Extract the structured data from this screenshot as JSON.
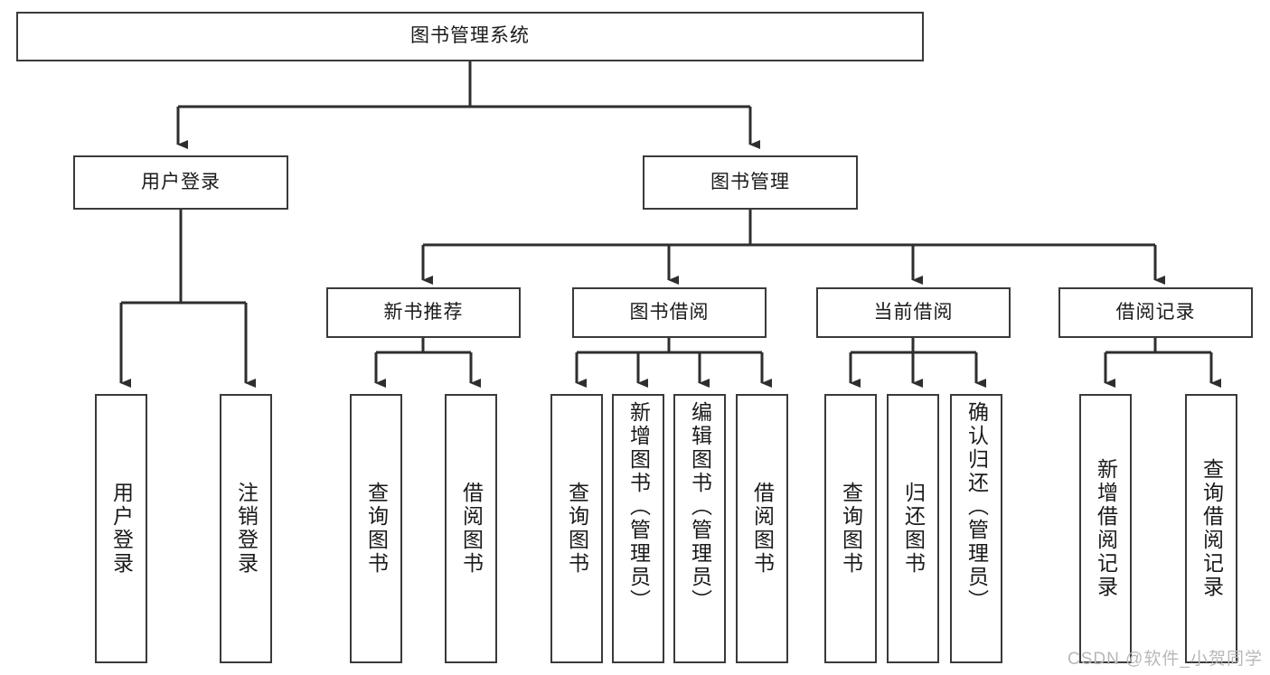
{
  "diagram": {
    "type": "tree",
    "title": "图书管理系统",
    "colors": {
      "box_border": "#3a3a3a",
      "box_fill": "#ffffff",
      "connector": "#2e2e2e",
      "text": "#1a1a1a",
      "watermark": "#b8b8b8",
      "background": "#ffffff"
    },
    "root": {
      "label": "图书管理系统"
    },
    "level2": [
      {
        "id": "user-login",
        "label": "用户登录"
      },
      {
        "id": "book-manage",
        "label": "图书管理"
      }
    ],
    "level3": [
      {
        "id": "new-book-recommend",
        "label": "新书推荐",
        "parent": "book-manage"
      },
      {
        "id": "book-borrow",
        "label": "图书借阅",
        "parent": "book-manage"
      },
      {
        "id": "current-borrow",
        "label": "当前借阅",
        "parent": "book-manage"
      },
      {
        "id": "borrow-record",
        "label": "借阅记录",
        "parent": "book-manage"
      }
    ],
    "leaves": [
      {
        "id": "leaf-user-login",
        "label": "用户登录",
        "parent": "user-login"
      },
      {
        "id": "leaf-user-logout",
        "label": "注销登录",
        "parent": "user-login"
      },
      {
        "id": "leaf-query-book-1",
        "label": "查询图书",
        "parent": "new-book-recommend"
      },
      {
        "id": "leaf-borrow-book-1",
        "label": "借阅图书",
        "parent": "new-book-recommend"
      },
      {
        "id": "leaf-query-book-2",
        "label": "查询图书",
        "parent": "book-borrow"
      },
      {
        "id": "leaf-add-book",
        "label": "新增图书（管理员）",
        "parent": "book-borrow"
      },
      {
        "id": "leaf-edit-book",
        "label": "编辑图书（管理员）",
        "parent": "book-borrow"
      },
      {
        "id": "leaf-borrow-book-2",
        "label": "借阅图书",
        "parent": "book-borrow"
      },
      {
        "id": "leaf-query-book-3",
        "label": "查询图书",
        "parent": "current-borrow"
      },
      {
        "id": "leaf-return-book",
        "label": "归还图书",
        "parent": "current-borrow"
      },
      {
        "id": "leaf-confirm-return",
        "label": "确认归还（管理员）",
        "parent": "current-borrow"
      },
      {
        "id": "leaf-add-record",
        "label": "新增借阅记录",
        "parent": "borrow-record"
      },
      {
        "id": "leaf-query-record",
        "label": "查询借阅记录",
        "parent": "borrow-record"
      }
    ]
  },
  "watermark": {
    "text": "CSDN @软件_小贺同学"
  }
}
